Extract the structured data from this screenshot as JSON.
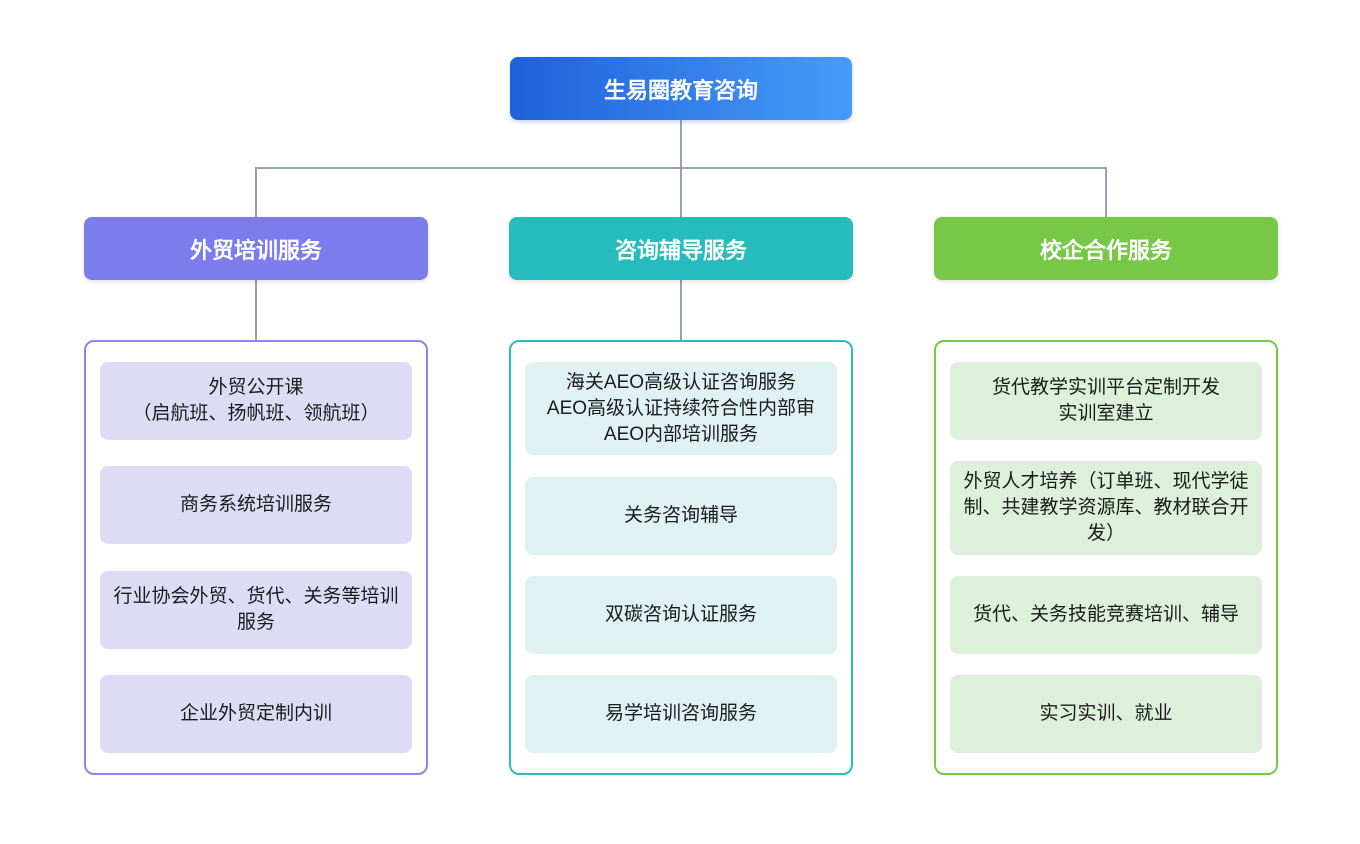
{
  "diagram_title": "生易圈教育咨询",
  "connector_color": "#9AA1AA",
  "root": {
    "label": "生易圈教育咨询",
    "gradient_start": "#1F61DB",
    "gradient_end": "#479BF7",
    "text_color": "#FFFFFF"
  },
  "branches": [
    {
      "label": "外贸培训服务",
      "connector_to_container": true,
      "colors": {
        "header_bg": "#7C7CEC",
        "container_border": "#8A86EF",
        "item_bg": "#DEDCF5"
      },
      "items": [
        "外贸公开课\n（启航班、扬帆班、领航班）",
        "商务系统培训服务",
        "行业协会外贸、货代、关务等培训服务",
        "企业外贸定制内训"
      ]
    },
    {
      "label": "咨询辅导服务",
      "connector_to_container": true,
      "colors": {
        "header_bg": "#26BCBD",
        "container_border": "#2BBDBE",
        "item_bg": "#DFF1F2"
      },
      "items": [
        "海关AEO高级认证咨询服务\nAEO高级认证持续符合性内部审\nAEO内部培训服务",
        "关务咨询辅导",
        "双碳咨询认证服务",
        "易学培训咨询服务"
      ]
    },
    {
      "label": "校企合作服务",
      "connector_to_container": false,
      "colors": {
        "header_bg": "#77C847",
        "container_border": "#76C947",
        "item_bg": "#DCF0DA"
      },
      "items": [
        "货代教学实训平台定制开发\n实训室建立",
        "外贸人才培养（订单班、现代学徒制、共建教学资源库、教材联合开发）",
        "货代、关务技能竞赛培训、辅导",
        "实习实训、就业"
      ]
    }
  ]
}
